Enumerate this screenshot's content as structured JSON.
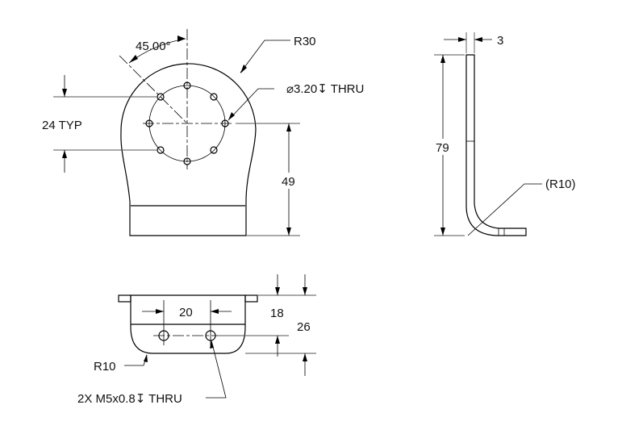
{
  "front_view": {
    "angle_label": "45.00°",
    "radius_label": "R30",
    "hole_callout": "⌀3.20↧ THRU",
    "spacing_label": "24 TYP",
    "height_label": "49"
  },
  "side_view": {
    "thickness_label": "3",
    "height_label": "79",
    "bend_radius_label": "(R10)"
  },
  "bottom_view": {
    "hole_spacing_label": "20",
    "hole_offset_label": "18",
    "depth_label": "26",
    "corner_radius_label": "R10",
    "tap_callout": "2X M5x0.8↧ THRU"
  }
}
